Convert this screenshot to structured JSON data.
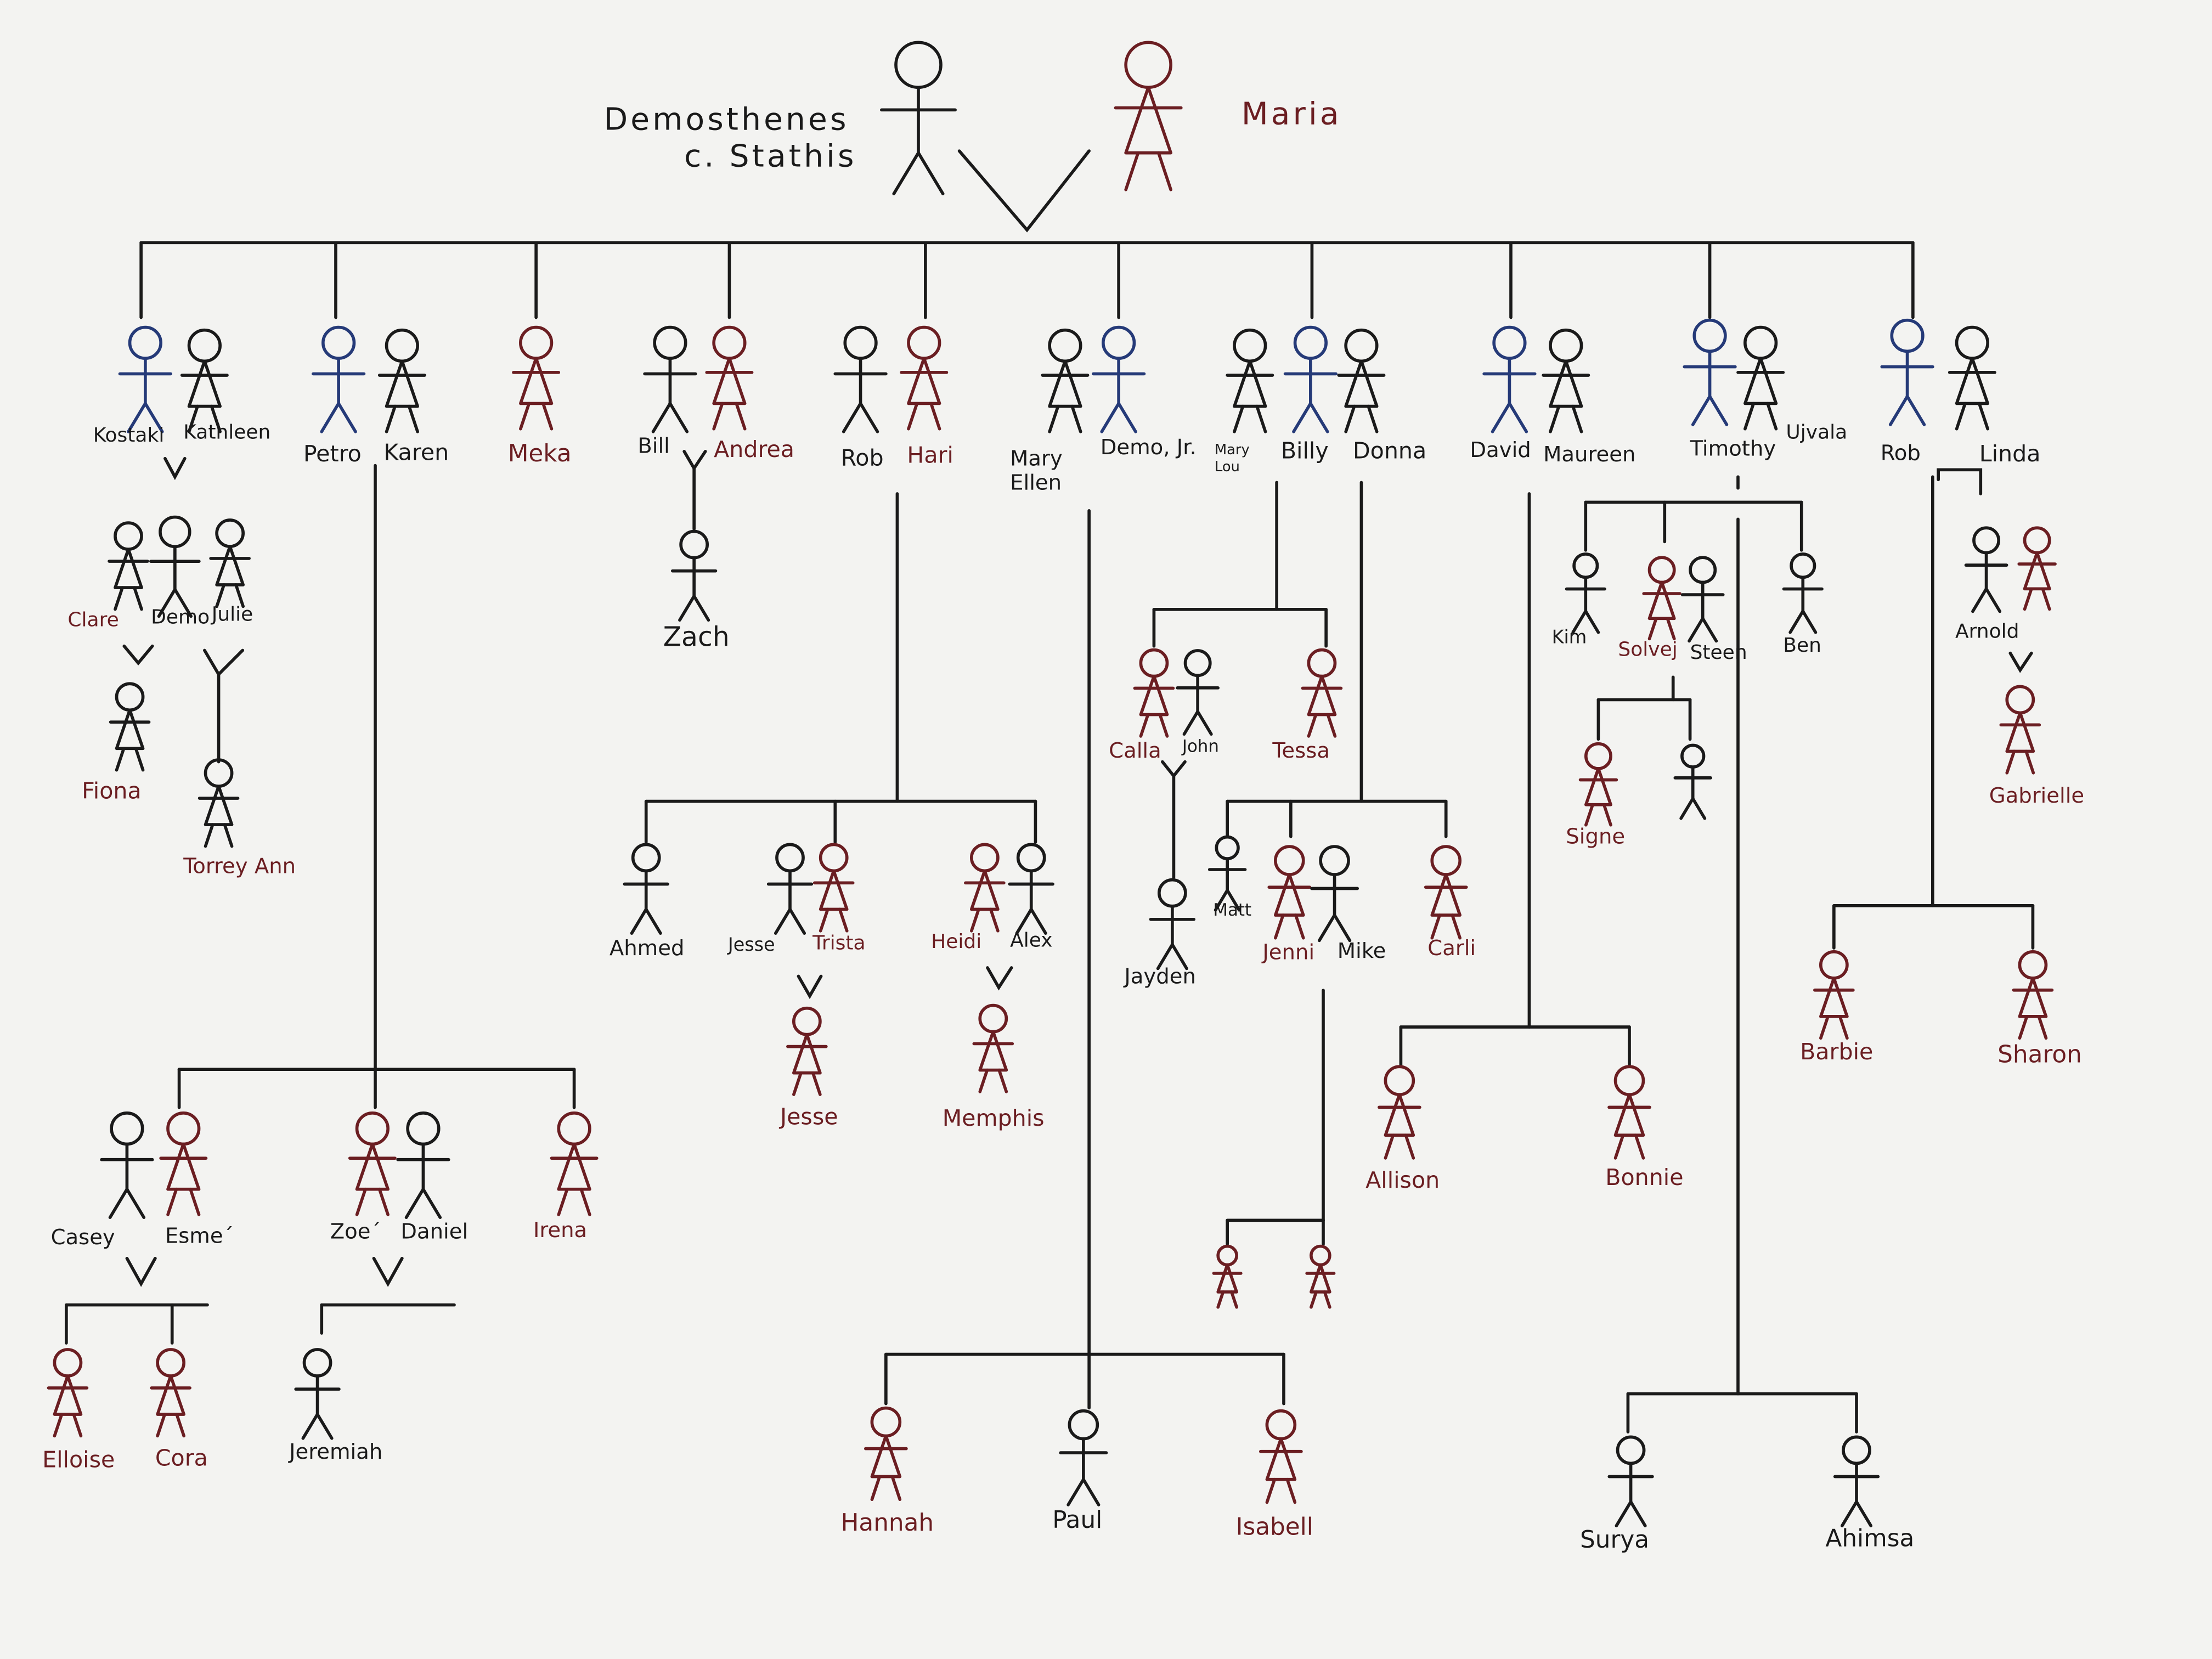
{
  "colors": {
    "paper": "#f3f3f1",
    "ink": "#1a1a1a",
    "male": "#253a78",
    "female": "#6b1e22"
  },
  "founders": {
    "father_line1": "Demosthenes",
    "father_line2": "c. Stathis",
    "mother": "Maria"
  },
  "people": {
    "kostaki": "Kostaki",
    "kathleen": "Kathleen",
    "petro": "Petro",
    "karen": "Karen",
    "meka": "Meka",
    "bill": "Bill",
    "andrea": "Andrea",
    "zach": "Zach",
    "rob1": "Rob",
    "hari": "Hari",
    "mary_ellen_1": "Mary",
    "mary_ellen_2": "Ellen",
    "demo_jr": "Demo, Jr.",
    "mary_lou_1": "Mary",
    "mary_lou_2": "Lou",
    "billy": "Billy",
    "donna": "Donna",
    "david": "David",
    "maureen": "Maureen",
    "timothy": "Timothy",
    "ujvala": "Ujvala",
    "rob2": "Rob",
    "linda": "Linda",
    "clare": "Clare",
    "demo": "Demo",
    "julie": "Julie",
    "fiona": "Fiona",
    "torrey_ann": "Torrey Ann",
    "calla": "Calla",
    "john": "John",
    "tessa": "Tessa",
    "jayden": "Jayden",
    "matt": "Matt",
    "jenni": "Jenni",
    "mike": "Mike",
    "carli": "Carli",
    "kim": "Kim",
    "solvej": "Solvej",
    "steen": "Steen",
    "ben": "Ben",
    "signe": "Signe",
    "arnold": "Arnold",
    "gabrielle": "Gabrielle",
    "ahmed": "Ahmed",
    "jesse1": "Jesse",
    "trista": "Trista",
    "heidi": "Heidi",
    "alex": "Alex",
    "jesse2": "Jesse",
    "memphis": "Memphis",
    "allison": "Allison",
    "bonnie": "Bonnie",
    "barbie": "Barbie",
    "sharon": "Sharon",
    "casey": "Casey",
    "esme": "Esme´",
    "zoe": "Zoe´",
    "daniel": "Daniel",
    "irena": "Irena",
    "elloise": "Elloise",
    "cora": "Cora",
    "jeremiah": "Jeremiah",
    "hannah": "Hannah",
    "paul": "Paul",
    "isabell": "Isabell",
    "surya": "Surya",
    "ahimsa": "Ahimsa"
  }
}
